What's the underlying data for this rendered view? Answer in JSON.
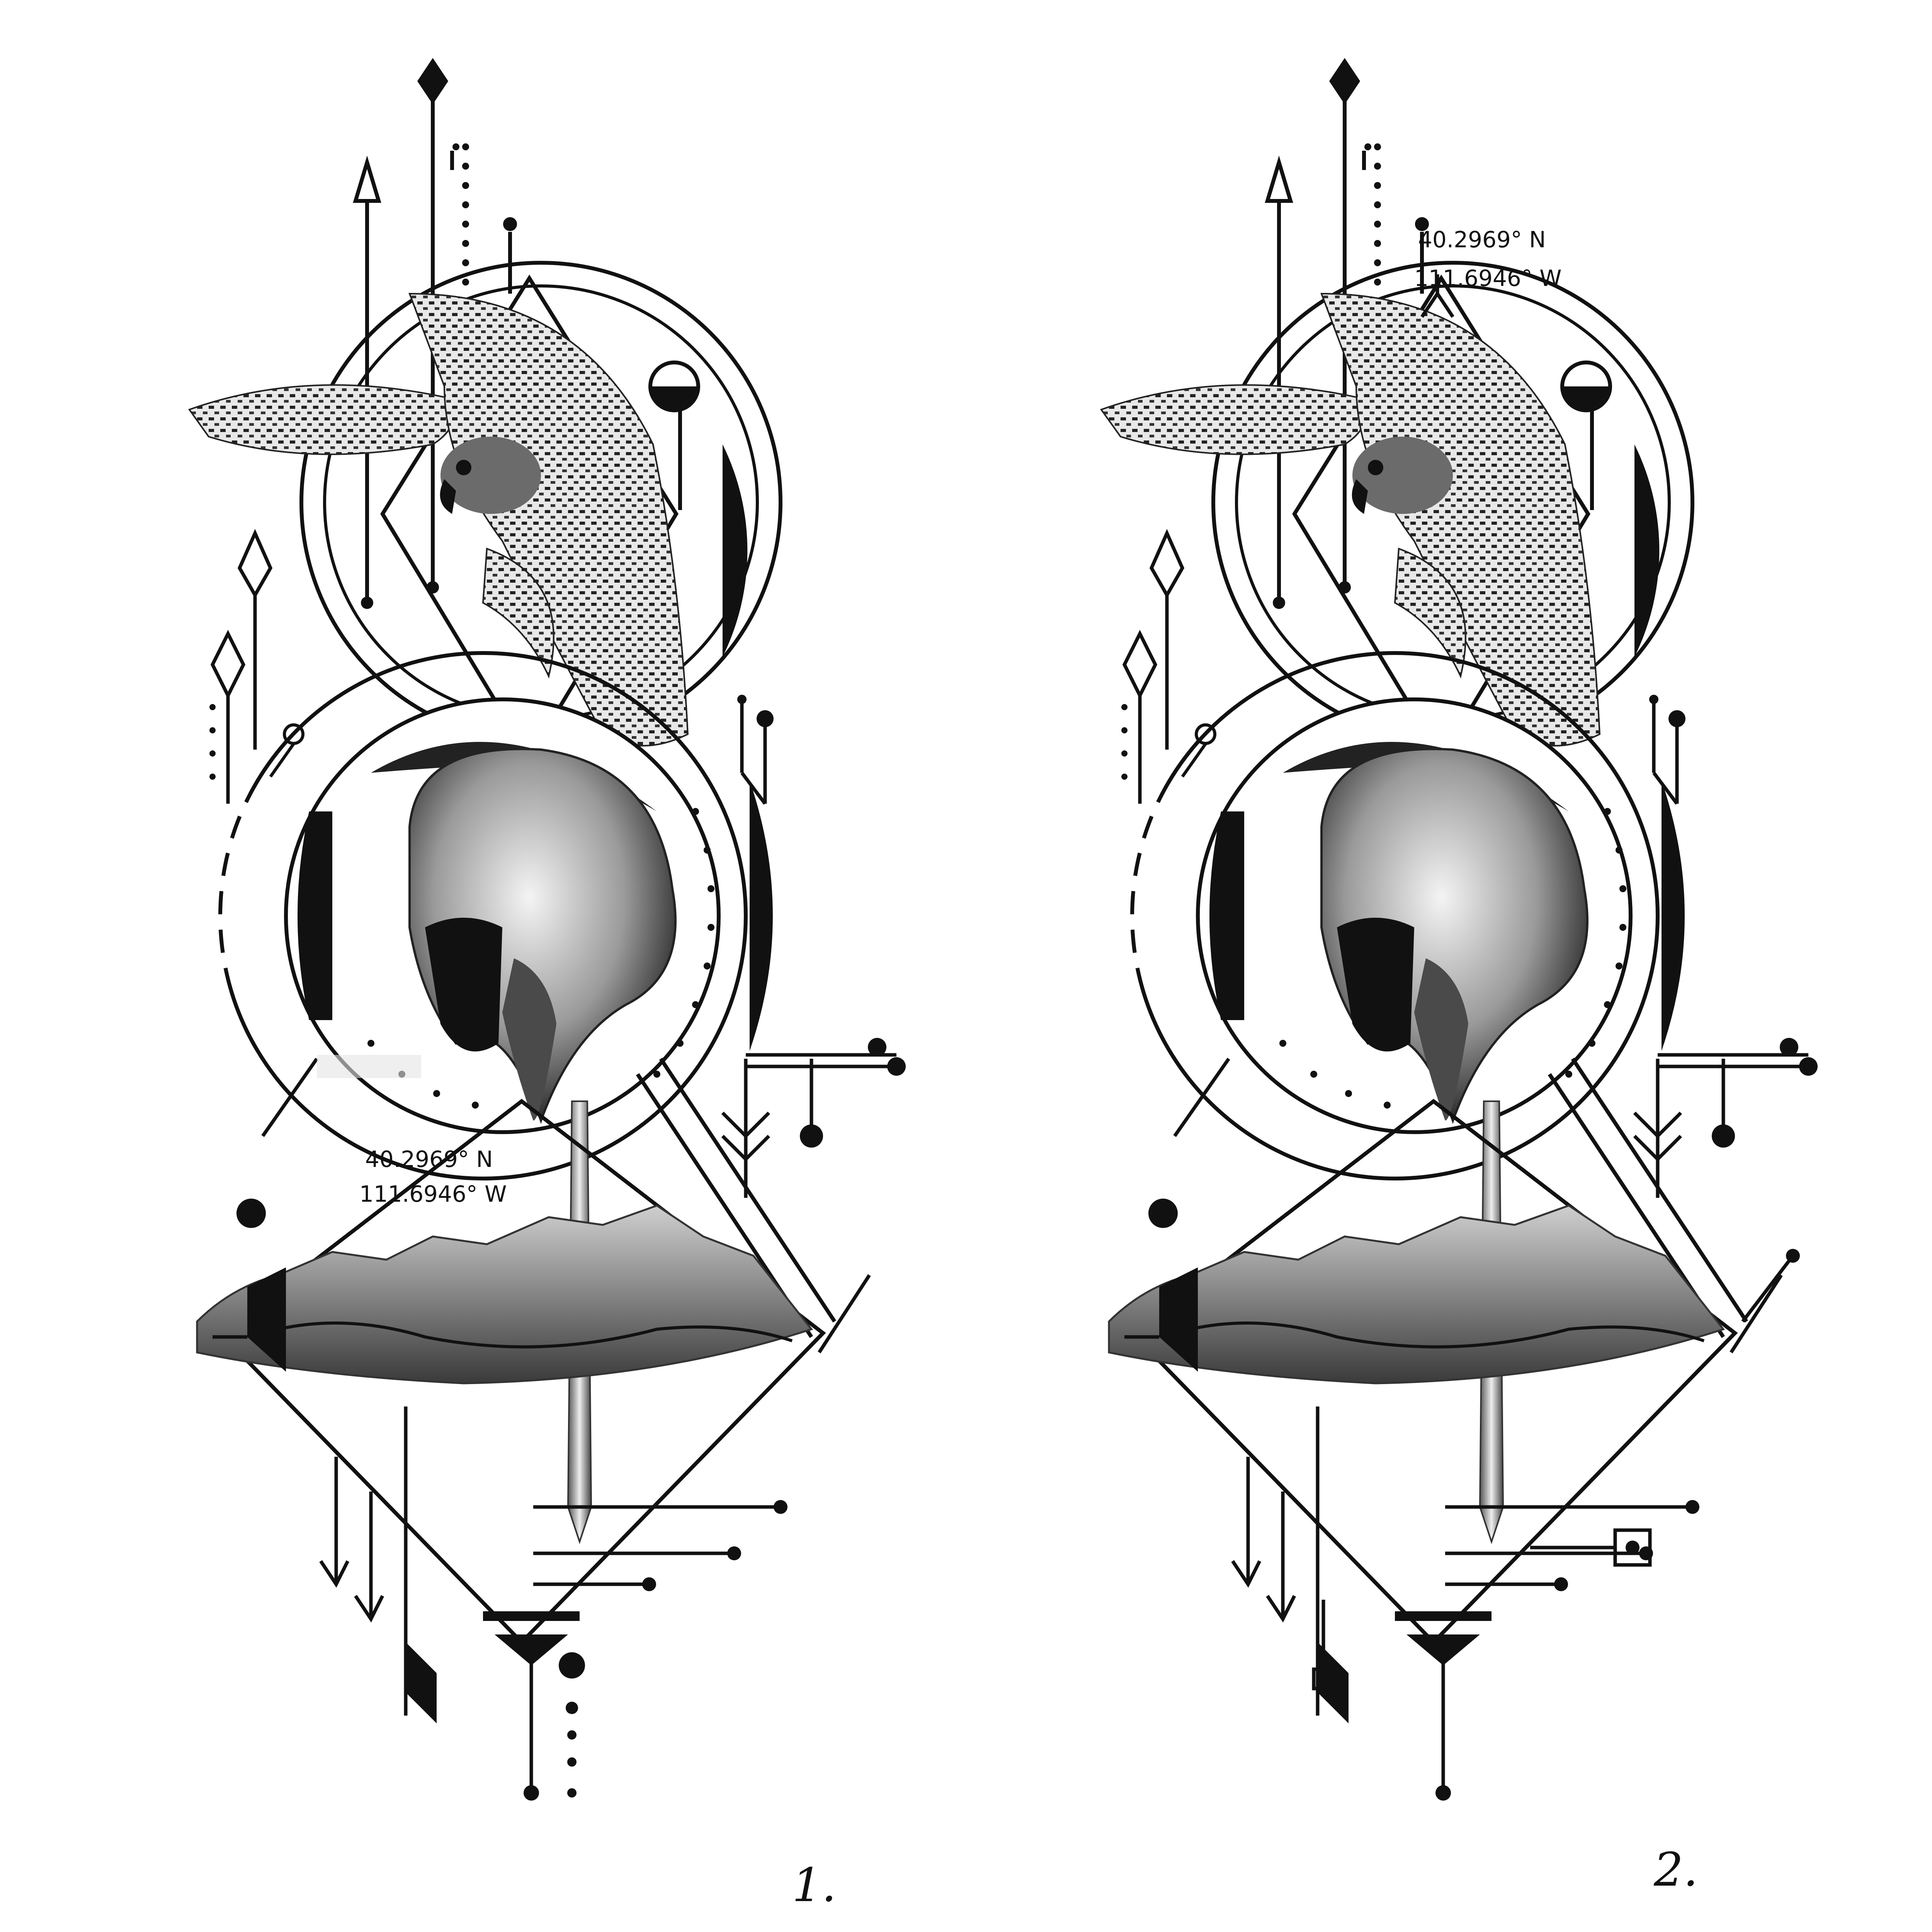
{
  "designs": [
    {
      "id": "design-1",
      "coordinates": {
        "lat": "40.2969° N",
        "lon": "111.6946° W"
      },
      "caption": "1."
    },
    {
      "id": "design-2",
      "coordinates": {
        "lat": "40.2969° N",
        "lon": "111.6946° W"
      },
      "caption": "2."
    }
  ],
  "colors": {
    "ink": "#111111",
    "paper": "#ffffff",
    "shade": "#9a9a9a"
  },
  "icons": [
    "diamond-icon",
    "arrow-icon",
    "circle-dot-icon",
    "square-icon"
  ]
}
